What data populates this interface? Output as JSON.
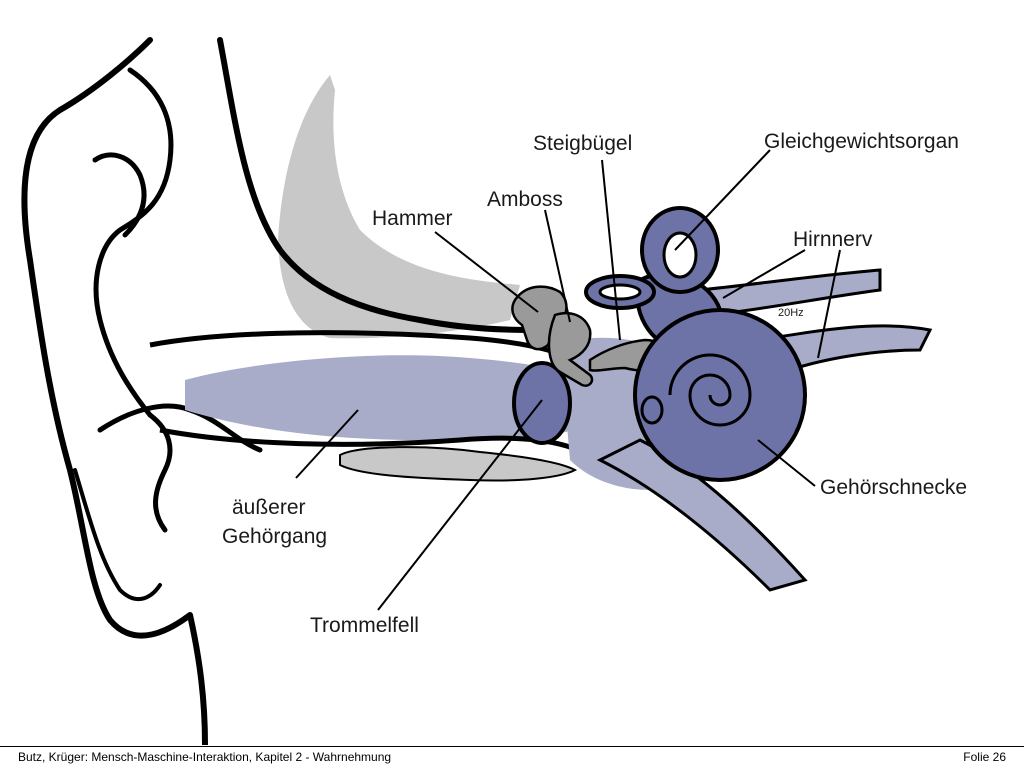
{
  "labels": {
    "steigbuegel": "Steigbügel",
    "gleichgewicht": "Gleichgewichtsorgan",
    "hammer": "Hammer",
    "amboss": "Amboss",
    "hirnnerv": "Hirnnerv",
    "freq": "20Hz",
    "aeusserer_1": "äußerer",
    "aeusserer_2": "Gehörgang",
    "trommelfell": "Trommelfell",
    "gehoerschnecke": "Gehörschnecke"
  },
  "footer": {
    "left": "Butz, Krüger: Mensch-Maschine-Interaktion, Kapitel 2 - Wahrnehmung",
    "right": "Folie  26"
  },
  "colors": {
    "outline": "#000000",
    "canal": "#a8acc8",
    "inner_ear": "#6d73a6",
    "bone": "#c8c8c8",
    "ossicle": "#9a9a9a"
  }
}
